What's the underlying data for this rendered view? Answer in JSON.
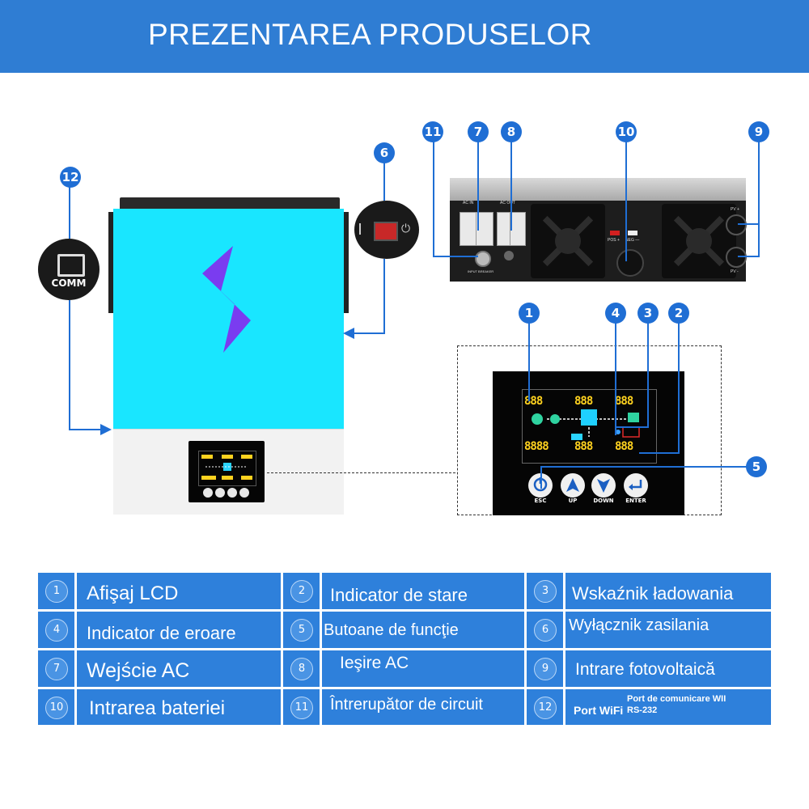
{
  "header": {
    "title": "PREZENTAREA PRODUSELOR"
  },
  "diagram": {
    "comm_label": "COMM",
    "rear_labels": {
      "ac_in": "AC IN",
      "ac_out": "AC OUT",
      "input_breaker": "INPUT BREAKER",
      "pos": "POS +",
      "neg": "NEG —",
      "pv_plus": "PV +",
      "pv_minus": "PV -"
    },
    "lcd_digits": {
      "d1": "888",
      "d2": "888",
      "d3": "888",
      "d4": "8888",
      "d5": "888",
      "d6": "888"
    },
    "buttons": [
      {
        "label": "ESC"
      },
      {
        "label": "UP"
      },
      {
        "label": "DOWN"
      },
      {
        "label": "ENTER"
      }
    ],
    "badges": [
      "1",
      "2",
      "3",
      "4",
      "5",
      "6",
      "7",
      "8",
      "9",
      "10",
      "11",
      "12"
    ]
  },
  "legend": [
    {
      "num": "1",
      "label": "Afişaj LCD"
    },
    {
      "num": "2",
      "label": "Indicator de stare"
    },
    {
      "num": "3",
      "label": "Wskaźnik ładowania"
    },
    {
      "num": "4",
      "label": "Indicator de eroare"
    },
    {
      "num": "5",
      "label": "Butoane de funcţie"
    },
    {
      "num": "6",
      "label": "Wyłącznik zasilania"
    },
    {
      "num": "7",
      "label": "Wejście AC"
    },
    {
      "num": "8",
      "label": "Ieşire AC"
    },
    {
      "num": "9",
      "label": "Intrare fotovoltaică"
    },
    {
      "num": "10",
      "label": "Intrarea bateriei"
    },
    {
      "num": "11",
      "label": "Întrerupător de circuit"
    },
    {
      "num": "12",
      "label_a": "Port WiFi",
      "label_b": "Port de comunicare WII",
      "label_c": "RS-232"
    }
  ],
  "colors": {
    "header_bg": "#2f7dd3",
    "badge": "#1f6ed4",
    "panel_cyan": "#19e6ff",
    "cell_bg": "#2e80db"
  }
}
